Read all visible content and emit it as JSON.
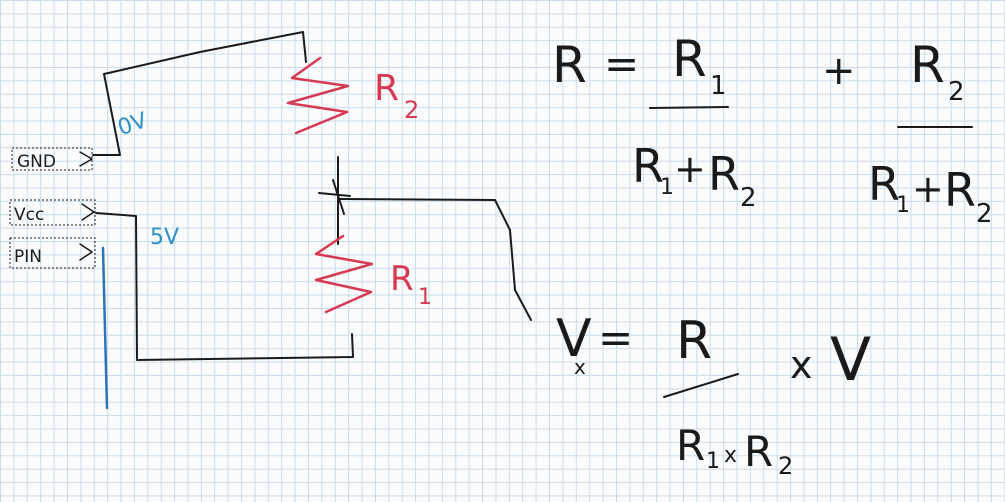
{
  "colors": {
    "ink": "#1a1a1a",
    "resistor": "#d63a50",
    "voltage": "#2f8fc8",
    "grid": "#c9dcec",
    "paper": "#fbfcfd"
  },
  "pins": {
    "gnd": "GND",
    "vcc": "Vcc",
    "pin": "PIN"
  },
  "voltages": {
    "zero": "0V",
    "five": "5V"
  },
  "resistors": {
    "r2": "R",
    "r2_sub": "2",
    "r1": "R",
    "r1_sub": "1"
  },
  "formula1": {
    "lhs": "R",
    "eq": "=",
    "num1": "R",
    "num1_sub": "1",
    "den1_a": "R",
    "den1_a_sub": "1",
    "den1_plus": "+",
    "den1_b": "R",
    "den1_b_sub": "2",
    "op": "+",
    "num2": "R",
    "num2_sub": "2",
    "den2_a": "R",
    "den2_a_sub": "1",
    "den2_plus": "+",
    "den2_b": "R",
    "den2_b_sub": "2"
  },
  "formula2": {
    "lhs": "V",
    "lhs_sub": "x",
    "eq": "=",
    "num": "R",
    "den_a": "R",
    "den_a_sub": "1",
    "den_op": "x",
    "den_b": "R",
    "den_b_sub": "2",
    "times": "x",
    "rhs": "V"
  }
}
